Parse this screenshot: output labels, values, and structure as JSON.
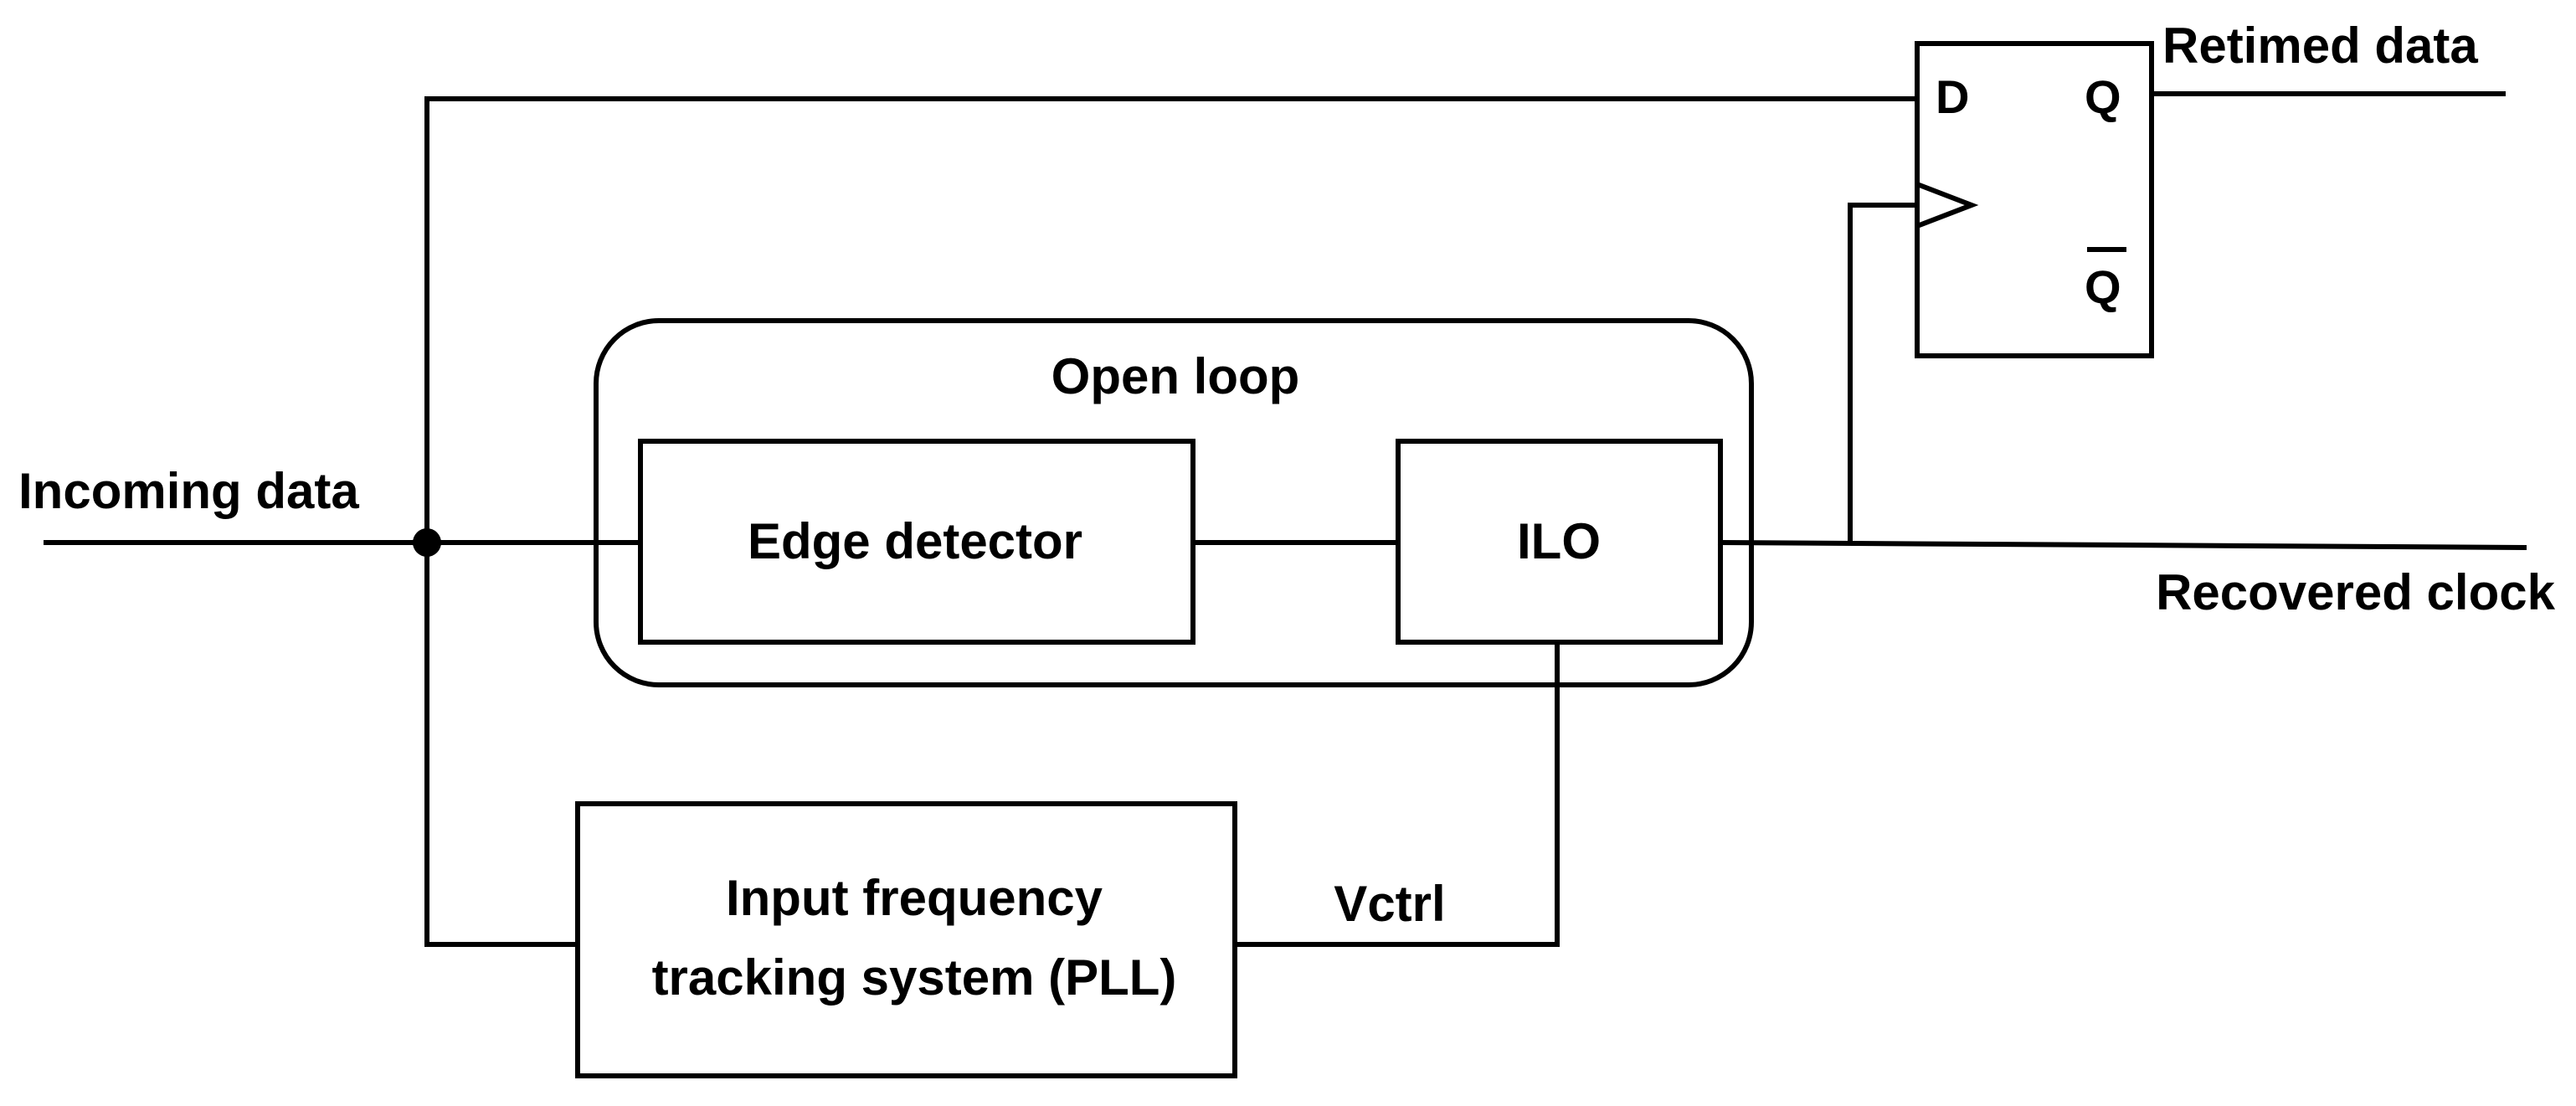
{
  "signals": {
    "incoming_data": "Incoming data",
    "retimed_data": "Retimed data",
    "recovered_clock": "Recovered clock",
    "vctrl": "Vctrl"
  },
  "blocks": {
    "open_loop": "Open loop",
    "edge_detector": "Edge detector",
    "ilo": "ILO",
    "pll_line1": "Input frequency",
    "pll_line2": "tracking system (PLL)"
  },
  "flipflop": {
    "d": "D",
    "q": "Q",
    "qbar": "Q"
  }
}
